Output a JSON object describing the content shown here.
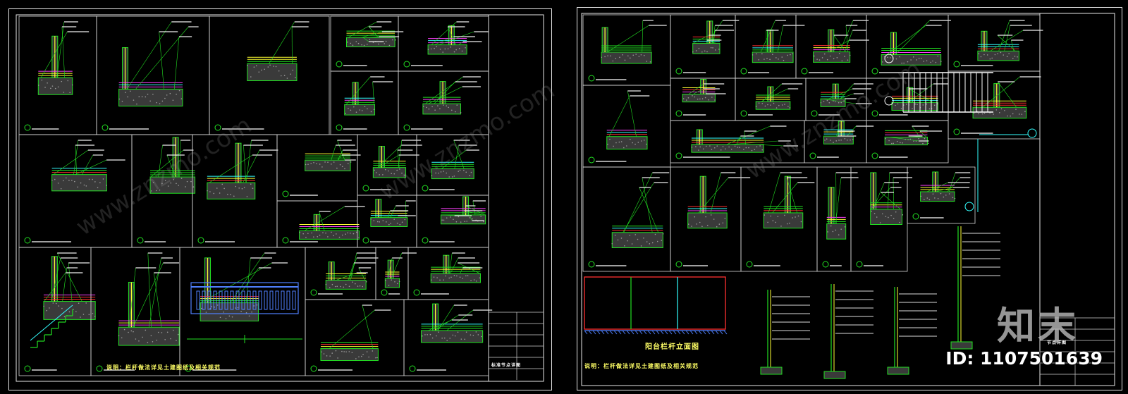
{
  "sheets": [
    {
      "id": "left",
      "caption_bottom": "说明：栏杆做法详见土建图纸及相关规范",
      "title_block": "标准节点详图"
    },
    {
      "id": "right",
      "caption_bottom": "说明：栏杆做法详见土建图纸及相关规范",
      "caption_center": "阳台栏杆立面图",
      "title_block": "节点详图"
    }
  ],
  "watermark": {
    "brand": "知末",
    "id_text": "ID: 1107501639",
    "diag_text": "www.znzmo.com"
  },
  "colors": {
    "background": "#000000",
    "frame": "#e8e8e8",
    "line_green": "#22e022",
    "line_yellow": "#ffff33",
    "line_cyan": "#33ffff",
    "line_red": "#ff3030",
    "line_magenta": "#ff40ff",
    "line_blue": "#5080ff",
    "hatch_gray": "#9a9a9a"
  }
}
